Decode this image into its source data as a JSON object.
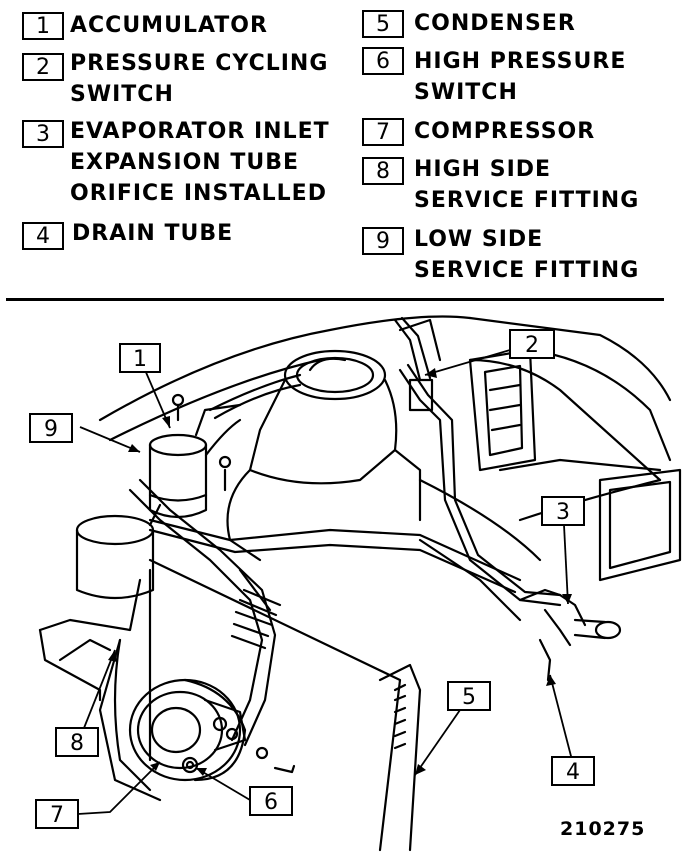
{
  "legend": [
    {
      "num": "1",
      "lines": [
        "ACCUMULATOR"
      ]
    },
    {
      "num": "2",
      "lines": [
        "PRESSURE CYCLING",
        "SWITCH"
      ]
    },
    {
      "num": "3",
      "lines": [
        "EVAPORATOR INLET",
        "EXPANSION TUBE",
        "ORIFICE INSTALLED"
      ]
    },
    {
      "num": "4",
      "lines": [
        "DRAIN TUBE"
      ]
    },
    {
      "num": "5",
      "lines": [
        "CONDENSER"
      ]
    },
    {
      "num": "6",
      "lines": [
        "HIGH PRESSURE",
        "SWITCH"
      ]
    },
    {
      "num": "7",
      "lines": [
        "COMPRESSOR"
      ]
    },
    {
      "num": "8",
      "lines": [
        "HIGH SIDE",
        "SERVICE FITTING"
      ]
    },
    {
      "num": "9",
      "lines": [
        "LOW SIDE",
        "SERVICE FITTING"
      ]
    }
  ],
  "callouts": [
    "1",
    "2",
    "3",
    "4",
    "5",
    "6",
    "7",
    "8",
    "9"
  ],
  "figure_number": "210275"
}
